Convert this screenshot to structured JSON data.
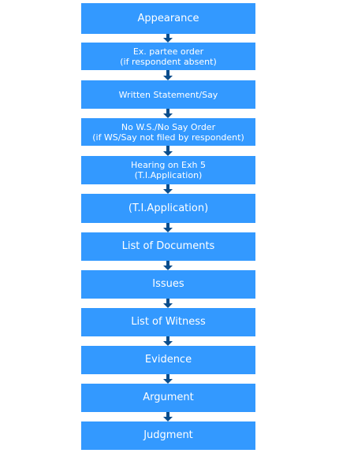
{
  "flowchart": {
    "steps": [
      {
        "lines": [
          "Appearance"
        ]
      },
      {
        "lines": [
          "Ex. partee order",
          "(if respondent absent)"
        ]
      },
      {
        "lines": [
          "Written Statement/Say"
        ]
      },
      {
        "lines": [
          "No W.S./No Say Order",
          "(if WS/Say not filed by respondent)"
        ]
      },
      {
        "lines": [
          "Hearing on Exh 5",
          "(T.I.Application)"
        ]
      },
      {
        "lines": [
          "(T.I.Application)"
        ]
      },
      {
        "lines": [
          "List of Documents"
        ]
      },
      {
        "lines": [
          "Issues"
        ]
      },
      {
        "lines": [
          "List of Witness"
        ]
      },
      {
        "lines": [
          "Evidence"
        ]
      },
      {
        "lines": [
          "Argument"
        ]
      },
      {
        "lines": [
          "Judgment"
        ]
      }
    ],
    "colors": {
      "box_fill": "#3399ff",
      "box_text": "#ffffff",
      "arrow": "#0a4d8c"
    }
  }
}
